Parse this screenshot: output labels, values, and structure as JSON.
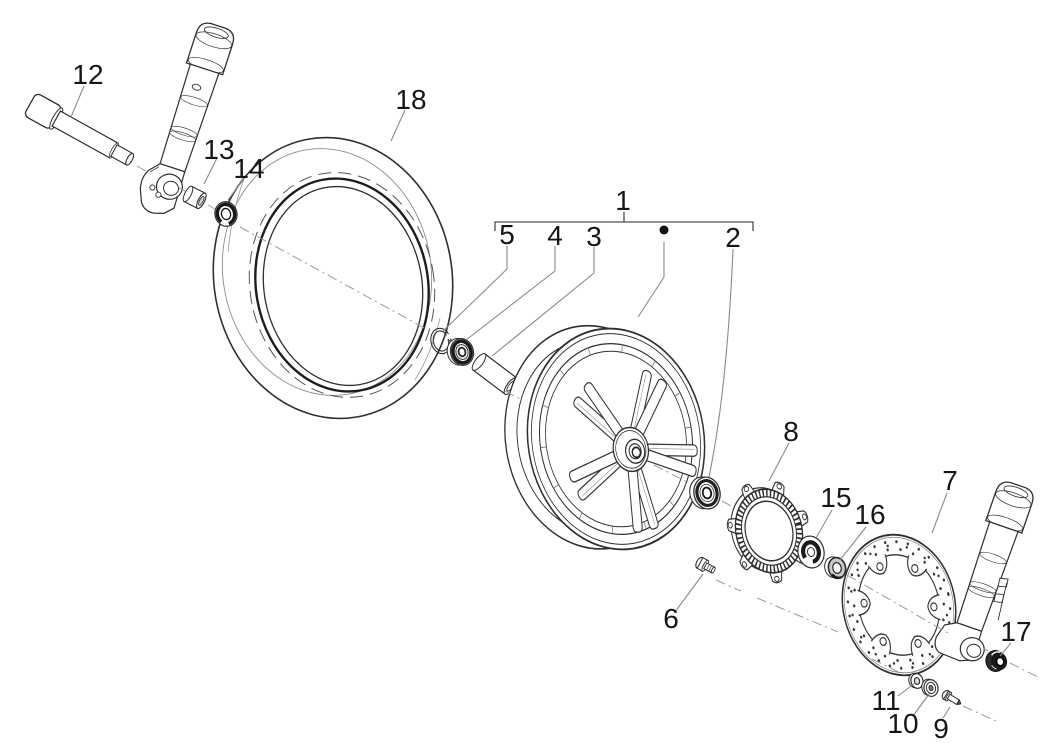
{
  "diagram": {
    "labels": {
      "l1": "1",
      "l2": "2",
      "l3": "3",
      "l4": "4",
      "l5": "5",
      "l6": "6",
      "l7": "7",
      "l8": "8",
      "l9": "9",
      "l10": "10",
      "l11": "11",
      "l12": "12",
      "l13": "13",
      "l14": "14",
      "l15": "15",
      "l16": "16",
      "l17": "17",
      "l18": "18"
    },
    "colors": {
      "background": "#ffffff",
      "line": "#2f2f2f",
      "leader": "#8a8a8a",
      "label_text": "#161616",
      "dark_fill": "#1c1c1c"
    }
  }
}
